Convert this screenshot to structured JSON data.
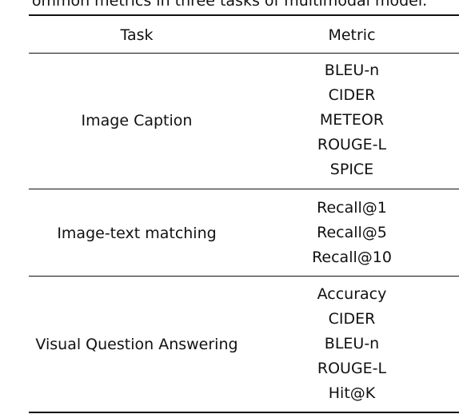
{
  "caption": "ommon metrics in three tasks of multimodal model.",
  "table": {
    "headers": {
      "task": "Task",
      "metric": "Metric"
    },
    "groups": [
      {
        "task": "Image Caption",
        "metrics": [
          "BLEU-n",
          "CIDER",
          "METEOR",
          "ROUGE-L",
          "SPICE"
        ]
      },
      {
        "task": "Image-text matching",
        "metrics": [
          "Recall@1",
          "Recall@5",
          "Recall@10"
        ]
      },
      {
        "task": "Visual Question Answering",
        "metrics": [
          "Accuracy",
          "CIDER",
          "BLEU-n",
          "ROUGE-L",
          "Hit@K"
        ]
      }
    ]
  }
}
